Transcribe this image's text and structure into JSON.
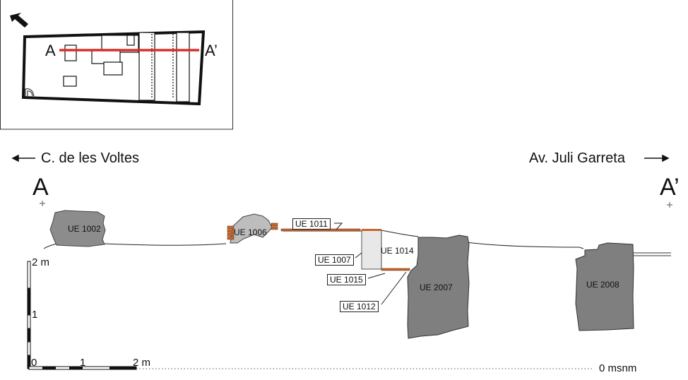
{
  "inset": {
    "start_label": "A",
    "end_label": "A’",
    "north_arrow_icon": "north-arrow-icon"
  },
  "section": {
    "start_letter": "A",
    "end_letter": "A’",
    "left_street": "C. de les Voltes",
    "right_street": "Av. Juli Garreta"
  },
  "units": {
    "ue1002": "UE 1002",
    "ue1006": "UE 1006",
    "ue1011": "UE 1011",
    "ue1014": "UE 1014",
    "ue1007": "UE 1007",
    "ue1015": "UE 1015",
    "ue1012": "UE 1012",
    "ue2007": "UE 2007",
    "ue2008": "UE 2008"
  },
  "scale": {
    "vertical_top": "2 m",
    "vertical_mid": "1",
    "horizontal_zero": "0",
    "horizontal_mid": "1",
    "horizontal_end": "2 m",
    "datum": "0 msnm"
  },
  "colors": {
    "masonry": "#8c8c8c",
    "masonry_light": "#bdbdbd",
    "brick": "#c8662a",
    "fill_light": "#e8e8e8",
    "section_line": "#d9302a",
    "ink": "#111111"
  }
}
